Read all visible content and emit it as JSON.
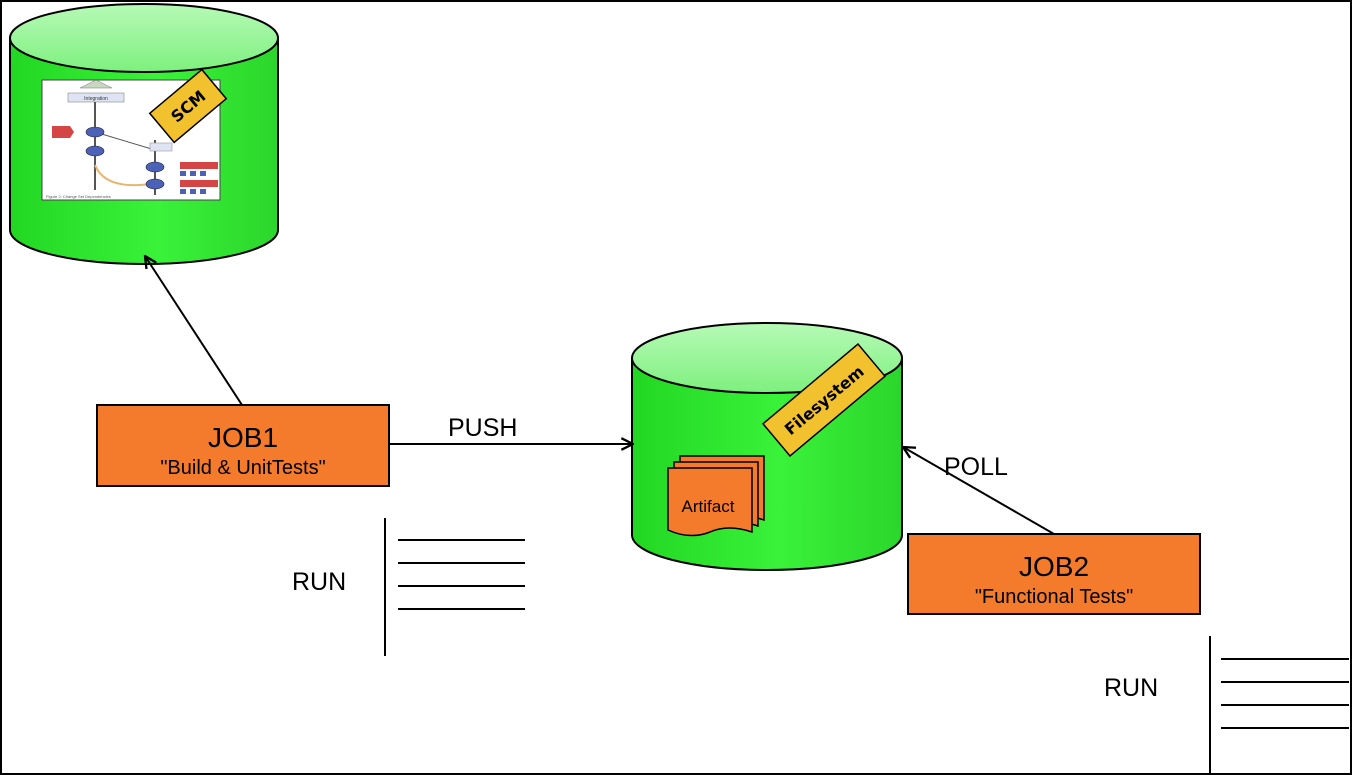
{
  "scm": {
    "tag": "SCM",
    "thumbnail": {
      "box_label": "Integration",
      "caption": "Figure 2: Change Set Dependencies"
    }
  },
  "filesystem": {
    "tag": "Filesystem",
    "artifact_label": "Artifact"
  },
  "job1": {
    "title": "JOB1",
    "subtitle": "\"Build & UnitTests\"",
    "run_label": "RUN"
  },
  "job2": {
    "title": "JOB2",
    "subtitle": "\"Functional Tests\"",
    "run_label": "RUN"
  },
  "edges": {
    "push_label": "PUSH",
    "poll_label": "POLL"
  },
  "colors": {
    "cylinder_body": "#2eea2e",
    "cylinder_top": "#8ff58f",
    "job_fill": "#f47a2c",
    "tag_fill": "#f2c12e",
    "artifact_fill": "#f47a2c",
    "line": "#000000"
  }
}
